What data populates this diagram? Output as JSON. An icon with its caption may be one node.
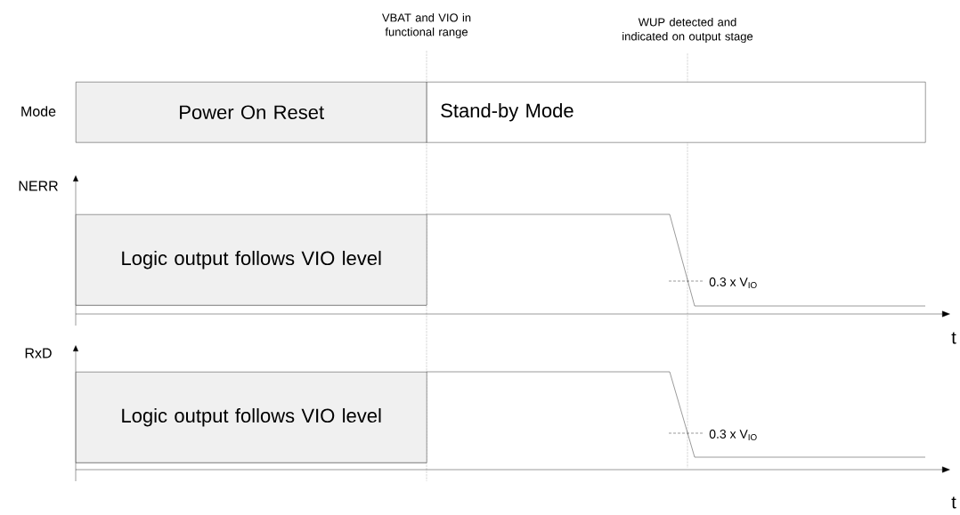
{
  "diagram": {
    "nodes": [
      {
        "text": [
          "Power On Reset"
        ]
      },
      {
        "text": [
          "Stand-by Mode"
        ]
      },
      {
        "text": [
          "Logic output follows VIO level"
        ]
      },
      {
        "text": [
          "Logic output follows VIO level"
        ]
      }
    ],
    "labels": [
      "VBAT and VIO in functional range",
      "WUP detected and indicated on output stage",
      "Mode",
      "NERR",
      "0.3 x V$_{IO}$",
      "t",
      "RxD",
      "0.3 x V$_{IO}$",
      "t"
    ]
  }
}
